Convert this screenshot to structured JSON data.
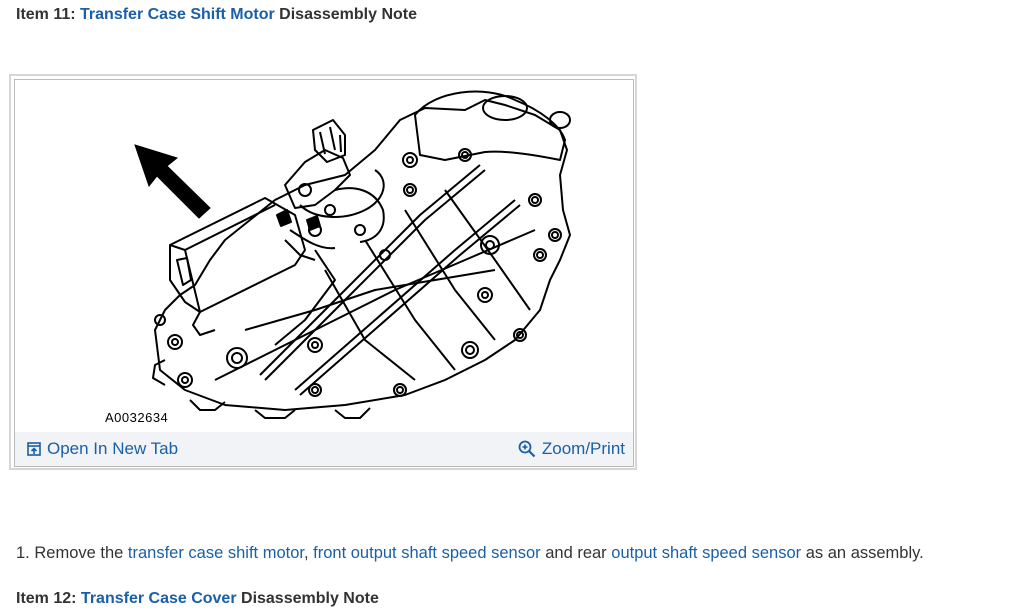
{
  "heading": {
    "prefix": "Item 11: ",
    "link": "Transfer Case Shift Motor",
    "suffix": " Disassembly Note"
  },
  "figure": {
    "code": "A0032634",
    "open_tab_label": "Open In New Tab",
    "zoom_label": "Zoom/Print",
    "icons": [
      "open-in-new-tab-icon",
      "zoom-in-icon"
    ]
  },
  "step": {
    "number": "1. ",
    "text1": "Remove the ",
    "link1": "transfer case shift motor",
    "text2": ", ",
    "link2": "front output shaft speed sensor",
    "text3": " and rear ",
    "link3": "output shaft speed sensor",
    "text4": " as an assembly."
  },
  "next_heading": {
    "prefix": "Item 12: ",
    "link": "Transfer Case Cover",
    "suffix": " Disassembly Note"
  },
  "colors": {
    "link": "#1a5fa8",
    "text": "#333333",
    "toolbar_bg": "#f1f3f6",
    "frame_border": "#d6d6d6"
  }
}
